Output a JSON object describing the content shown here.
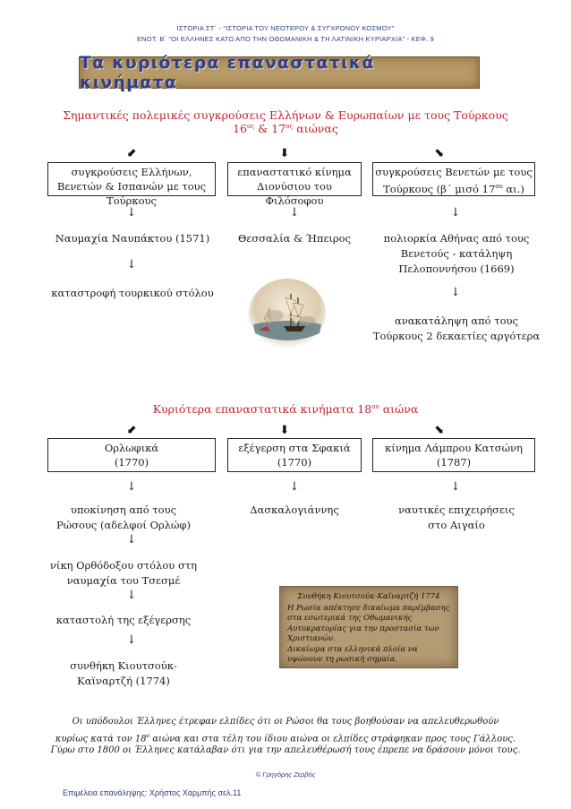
{
  "header": {
    "line1": "ΙΣΤΟΡΙΑ ΣΤ΄ - “ΙΣΤΟΡΙΑ ΤΟΥ ΝΕΟΤΕΡΟΥ & ΣΥΓΧΡΟΝΟΥ ΚΟΣΜΟΥ”",
    "line2": "ΕΝΟΤ. Β΄ “ΟΙ ΕΛΛΗΝΕΣ ΚΑΤΩ ΑΠΟ ΤΗΝ ΟΘΩΜΑΝΙΚΗ & ΤΗ ΛΑΤΙΝΙΚΗ ΚΥΡΙΑΡΧΙΑ” - ΚΕΦ. 9"
  },
  "banner_title": "Τα κυριότερα επαναστατικά κινήματα",
  "section1": {
    "title_line1": "Σημαντικές πολεμικές συγκρούσεις Ελλήνων & Ευρωπαίων με τους Τούρκους",
    "title_line2_a": "16",
    "title_line2_sup1": "ος",
    "title_line2_b": " & 17",
    "title_line2_sup2": "ος",
    "title_line2_c": " αιώνας",
    "arrows": [
      "⬋",
      "⬇",
      "⬊"
    ],
    "down_arrow": "↓",
    "box_left": "συγκρούσεις Ελλήνων, Βενετών & Ισπανών με τους Τούρκους",
    "box_mid": "επαναστατικό κίνημα Διονύσιου του Φιλόσοφου",
    "box_right_a": "συγκρούσεις Βενετών με τους Τούρκους (β΄ μισό 17",
    "box_right_sup": "ου",
    "box_right_b": " αι.)",
    "left_1": "Ναυμαχία Ναυπάκτου (1571)",
    "left_2": "καταστροφή τουρκικού στόλου",
    "mid_1": "Θεσσαλία & Ήπειρος",
    "right_1": "πολιορκία Αθήνας από τους Βενετούς - κατάληψη Πελοποννήσου (1669)",
    "right_2": "ανακατάληψη από τους Τούρκους 2 δεκαετίες αργότερα"
  },
  "section2": {
    "title_a": "Κυριότερα επαναστατικά κινήματα 18",
    "title_sup": "ου",
    "title_b": " αιώνα",
    "box_left_1": "Ορλωφικά",
    "box_left_2": "(1770)",
    "box_mid_1": "εξέγερση στα Σφακιά",
    "box_mid_2": "(1770)",
    "box_right_1": "κίνημα Λάμπρου Κατσώνη",
    "box_right_2": "(1787)",
    "left_1": "υποκίνηση από τους Ρώσους (αδελφοί Ορλώφ)",
    "left_2": "νίκη Ορθόδοξου στόλου στη ναυμαχία του Τσεσμέ",
    "left_3": "καταστολή της εξέγερσης",
    "left_4": "συνθήκη Κιουτσούκ-Καϊναρτζή (1774)",
    "mid_1": "Δασκαλογιάννης",
    "right_1": "ναυτικές επιχειρήσεις στο Αιγαίο"
  },
  "note": {
    "title": "Συνθήκη Κιουτσούκ-Καϊναρτζή 1774",
    "body1": "Η Ρωσία απέκτησε δικαίωμα παρέμβασης στα εσωτερικά της Οθωμανικής Αυτοκρατορίας για την προστασία των Χριστιανών.",
    "body2": "Δικαίωμα στα ελληνικά πλοία να υψώνουν τη ρωσική σημαία."
  },
  "footer": {
    "line1": "Οι υπόδουλοι Έλληνες έτρεφαν ελπίδες ότι οι Ρώσοι θα τους βοηθούσαν να απελευθερωθούν",
    "line2_a": "κυρίως κατά τον 18",
    "line2_sup": "ο",
    "line2_b": " αιώνα και στα τέλη του ίδιου αιώνα οι ελπίδες στράφηκαν προς τους Γάλλους.",
    "line3": "Γύρω στο 1800 οι Έλληνες κατάλαβαν ότι για την απελευθέρωσή τους έπρεπε να δράσουν μόνοι τους.",
    "credit": "© Γρηγόρης Ζερβός",
    "bottom": "Επιμέλεια επανάληψης: Χρήστος Χαρμπής σελ.11"
  },
  "colors": {
    "title_red": "#c0232d",
    "header_blue": "#2c3f7a",
    "parchment": "#b39b74"
  }
}
